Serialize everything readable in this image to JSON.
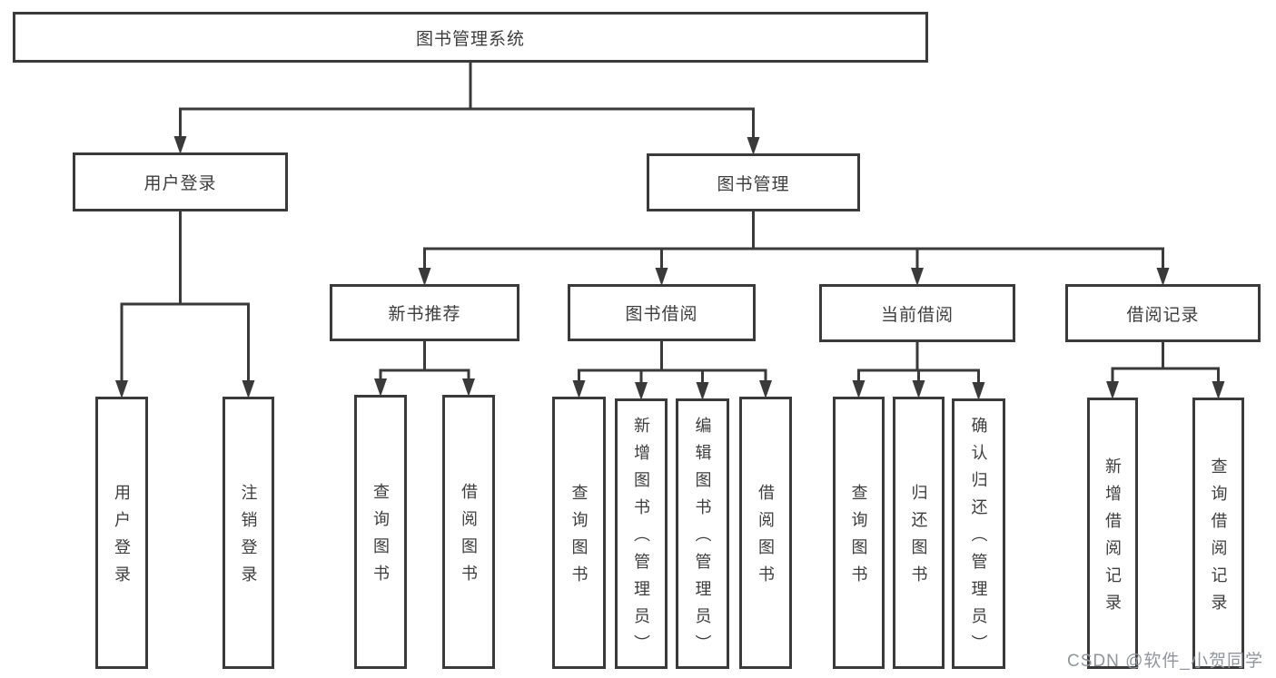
{
  "diagram_title": "图书管理系统",
  "watermark": "CSDN @软件_小贺同学",
  "nodes": [
    {
      "id": "root",
      "label": "图书管理系统",
      "level": 1
    },
    {
      "id": "userLogin",
      "label": "用户登录",
      "level": 2,
      "parent": "root"
    },
    {
      "id": "bookMgmt",
      "label": "图书管理",
      "level": 2,
      "parent": "root"
    },
    {
      "id": "newBookRec",
      "label": "新书推荐",
      "level": 3,
      "parent": "bookMgmt"
    },
    {
      "id": "bookBorrow",
      "label": "图书借阅",
      "level": 3,
      "parent": "bookMgmt"
    },
    {
      "id": "currentBorrow",
      "label": "当前借阅",
      "level": 3,
      "parent": "bookMgmt"
    },
    {
      "id": "borrowRecords",
      "label": "借阅记录",
      "level": 3,
      "parent": "bookMgmt"
    },
    {
      "id": "leafUserLogin",
      "label": "用户登录",
      "level": 4,
      "parent": "userLogin"
    },
    {
      "id": "leafLogout",
      "label": "注销登录",
      "level": 4,
      "parent": "userLogin"
    },
    {
      "id": "leafQueryBook1",
      "label": "查询图书",
      "level": 4,
      "parent": "newBookRec"
    },
    {
      "id": "leafBorrowBook1",
      "label": "借阅图书",
      "level": 4,
      "parent": "newBookRec"
    },
    {
      "id": "leafQueryBook2",
      "label": "查询图书",
      "level": 4,
      "parent": "bookBorrow"
    },
    {
      "id": "leafAddBook",
      "label": "新增图书（管理员）",
      "level": 4,
      "parent": "bookBorrow"
    },
    {
      "id": "leafEditBook",
      "label": "编辑图书（管理员）",
      "level": 4,
      "parent": "bookBorrow"
    },
    {
      "id": "leafBorrowBook2",
      "label": "借阅图书",
      "level": 4,
      "parent": "bookBorrow"
    },
    {
      "id": "leafQueryBook3",
      "label": "查询图书",
      "level": 4,
      "parent": "currentBorrow"
    },
    {
      "id": "leafReturnBook",
      "label": "归还图书",
      "level": 4,
      "parent": "currentBorrow"
    },
    {
      "id": "leafConfirmReturn",
      "label": "确认归还（管理员）",
      "level": 4,
      "parent": "currentBorrow"
    },
    {
      "id": "leafAddRecord",
      "label": "新增借阅记录",
      "level": 4,
      "parent": "borrowRecords"
    },
    {
      "id": "leafQueryRecord",
      "label": "查询借阅记录",
      "level": 4,
      "parent": "borrowRecords"
    }
  ],
  "edges": [
    {
      "parent": "root",
      "children": [
        "userLogin",
        "bookMgmt"
      ]
    },
    {
      "parent": "userLogin",
      "children": [
        "leafUserLogin",
        "leafLogout"
      ]
    },
    {
      "parent": "bookMgmt",
      "children": [
        "newBookRec",
        "bookBorrow",
        "currentBorrow",
        "borrowRecords"
      ]
    },
    {
      "parent": "newBookRec",
      "children": [
        "leafQueryBook1",
        "leafBorrowBook1"
      ]
    },
    {
      "parent": "bookBorrow",
      "children": [
        "leafQueryBook2",
        "leafAddBook",
        "leafEditBook",
        "leafBorrowBook2"
      ]
    },
    {
      "parent": "currentBorrow",
      "children": [
        "leafQueryBook3",
        "leafReturnBook",
        "leafConfirmReturn"
      ]
    },
    {
      "parent": "borrowRecords",
      "children": [
        "leafAddRecord",
        "leafQueryRecord"
      ]
    }
  ],
  "colors": {
    "line": "#3a3a3a",
    "border": "#3a3a3a",
    "text": "#3d3d3d",
    "watermark": "#90959b",
    "background": "#ffffff"
  }
}
